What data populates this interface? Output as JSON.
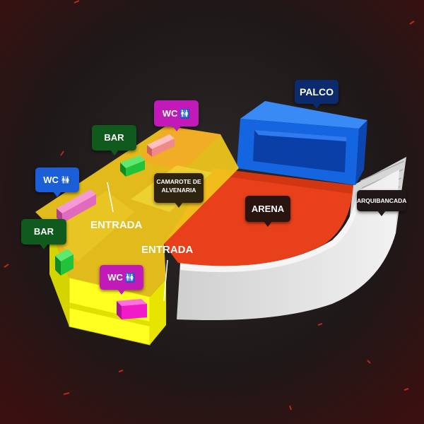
{
  "labels": {
    "palco": "PALCO",
    "arena": "ARENA",
    "arquibancada": "ARQUIBANCADA",
    "camarote_line1": "CAMAROTE DE",
    "camarote_line2": "ALVENARIA",
    "entrada_top": "ENTRADA",
    "entrada_bottom": "ENTRADA",
    "bar_top": "BAR",
    "bar_left": "BAR",
    "wc_top": "WC",
    "wc_left": "WC",
    "wc_bottom": "WC"
  },
  "icons": {
    "restroom": "restroom-icon"
  },
  "colors": {
    "background": "#1a1414",
    "palco": "#1565e0",
    "arena": "#e8401a",
    "arquibancada": "#e6e6e6",
    "camarote": "#f2c81c",
    "bar_tag": "#0f5a1c",
    "wc_tag": "#c21ab8",
    "palco_tag": "#0c2a6e",
    "arena_tag": "#2a1410",
    "camarote_tag": "#2e2410",
    "bar_block": "#22c23a",
    "wc_block": "#f01ac8"
  }
}
